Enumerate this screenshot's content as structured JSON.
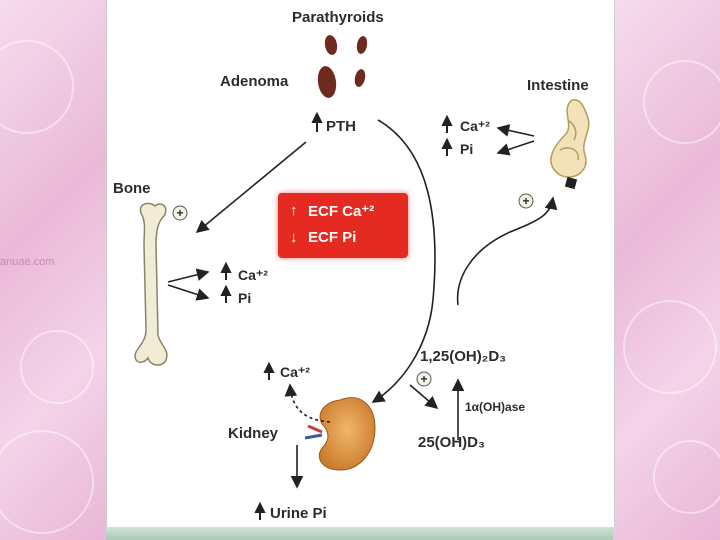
{
  "watermark": "anuae.com",
  "labels": {
    "parathyroids": "Parathyroids",
    "adenoma": "Adenoma",
    "pth": "PTH",
    "intestine": "Intestine",
    "bone": "Bone",
    "kidney": "Kidney",
    "vitd_active": "1,25(OH)₂D₃",
    "vitd_precursor": "25(OH)D₃",
    "enzyme": "1α(OH)ase",
    "ecf_ca": "ECF Ca⁺²",
    "ecf_pi": "ECF Pi",
    "ca": "Ca⁺²",
    "pi": "Pi",
    "urine_pi": "Urine Pi",
    "plus": "+"
  },
  "colors": {
    "red_box": "#e52a22",
    "organ_brown": "#6e2a1e",
    "kidney_orange": "#d98b3a",
    "arrow": "#222222"
  }
}
